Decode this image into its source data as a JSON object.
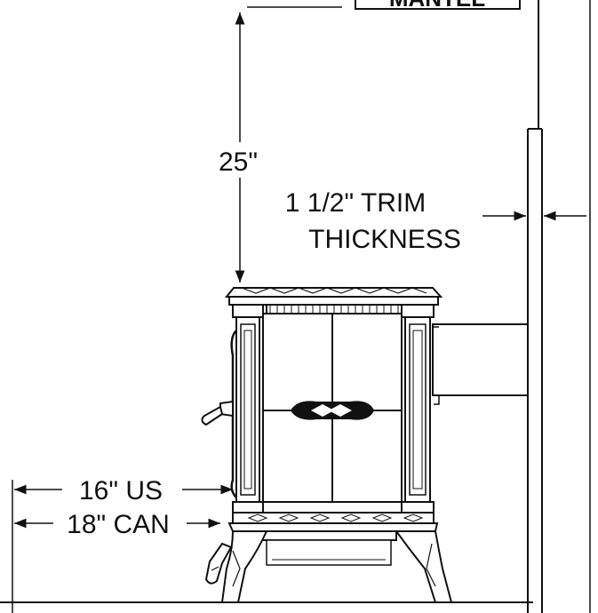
{
  "labels": {
    "mantel": "MANTEL",
    "height": "25\"",
    "trim_line1": "1 1/2\" TRIM",
    "trim_line2": "THICKNESS",
    "us_clearance": "16\" US",
    "can_clearance": "18\" CAN"
  },
  "colors": {
    "line": "#111111",
    "background": "#ffffff"
  }
}
